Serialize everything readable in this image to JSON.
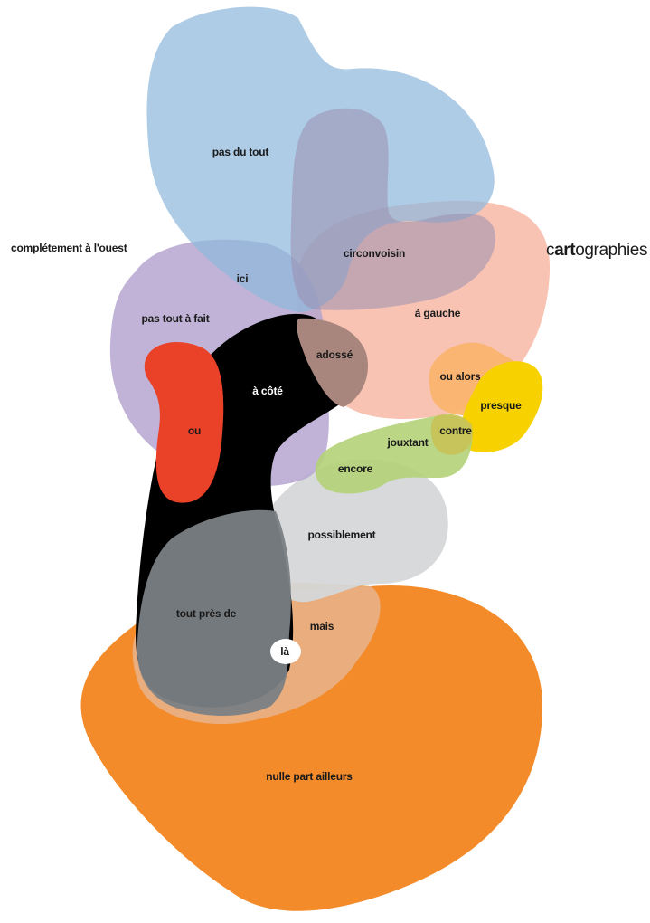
{
  "brand": {
    "prefix": "c",
    "bold": "art",
    "suffix": "ographies"
  },
  "colors": {
    "blue": "#8fb8dc",
    "salmon": "#f7b8a6",
    "lavender": "#b5a6d0",
    "black": "#000000",
    "red": "#ea4129",
    "light_orange": "#f9b46a",
    "yellow": "#f7d200",
    "green": "#b4d277",
    "grey_light": "#d5d7d8",
    "grey_dark": "#7a7f84",
    "orange": "#f38b2a",
    "white": "#ffffff"
  },
  "labels": {
    "pas_du_tout": "pas du tout",
    "completement_ouest": "complétement à l'ouest",
    "circonvoisin": "circonvoisin",
    "ici": "ici",
    "pas_tout_a_fait": "pas tout à fait",
    "a_gauche": "à gauche",
    "adosse": "adossé",
    "a_cote": "à côté",
    "ou_alors": "ou alors",
    "presque": "presque",
    "ou": "ou",
    "contre": "contre",
    "jouxtant": "jouxtant",
    "encore": "encore",
    "possiblement": "possiblement",
    "tout_pres_de": "tout près de",
    "mais": "mais",
    "la": "là",
    "nulle_part_ailleurs": "nulle part ailleurs"
  }
}
